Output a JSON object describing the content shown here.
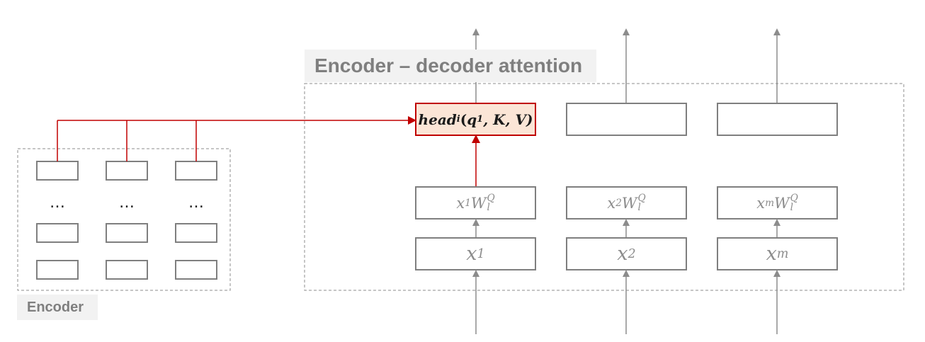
{
  "labels": {
    "section_title": "Encoder – decoder attention",
    "encoder_title": "Encoder",
    "ellipsis": "…"
  },
  "head": {
    "name": "head",
    "sub": "i",
    "open": "(",
    "q": "q",
    "q_sub": "1",
    "rest": ", K, V)"
  },
  "projections": [
    {
      "x": "x",
      "sub": "1",
      "w": "W",
      "w_sub": "l",
      "w_sup": "Q"
    },
    {
      "x": "x",
      "sub": "2",
      "w": "W",
      "w_sub": "l",
      "w_sup": "Q"
    },
    {
      "x": "x",
      "sub": "m",
      "w": "W",
      "w_sub": "l",
      "w_sup": "Q"
    }
  ],
  "inputs": [
    {
      "x": "x",
      "sub": "1"
    },
    {
      "x": "x",
      "sub": "2"
    },
    {
      "x": "x",
      "sub": "m"
    }
  ],
  "colors": {
    "box_stroke": "#7f7f7f",
    "arrow_gray": "#8c8c8c",
    "dashed": "#8c8c8c",
    "accent_red": "#c00000",
    "head_fill": "#fbe5d6",
    "title_bg": "#f2f2f2"
  }
}
